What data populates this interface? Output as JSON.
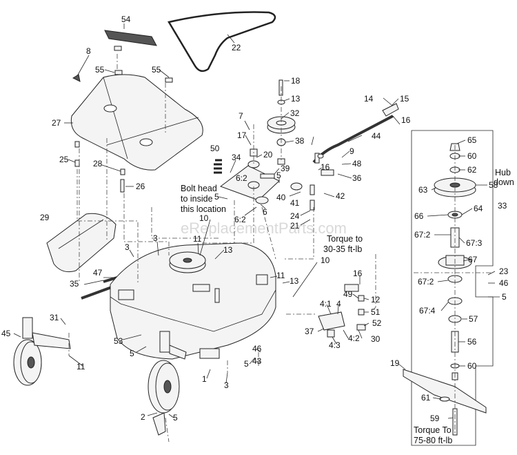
{
  "watermark": "eReplacementParts.com",
  "notes": {
    "bolt_head_1": "Bolt head",
    "bolt_head_2": "to inside",
    "bolt_head_3": "this location",
    "torque_a_1": "Torque to",
    "torque_a_2": "30-35 ft-lb",
    "hub_1": "Hub",
    "hub_2": "down",
    "torque_b_1": "Torque To",
    "torque_b_2": "75-80 ft-lb"
  },
  "callouts": {
    "c54": "54",
    "c22": "22",
    "c8": "8",
    "c55a": "55",
    "c55b": "55",
    "c27": "27",
    "c25": "25",
    "c28": "28",
    "c26": "26",
    "c18": "18",
    "c13a": "13",
    "c32": "32",
    "c7": "7",
    "c17": "17",
    "c38": "38",
    "c20": "20",
    "c50": "50",
    "c34": "34",
    "c6_2a": "6:2",
    "c39": "39",
    "c5a": "5",
    "c40": "40",
    "c41": "41",
    "c6": "6",
    "c6_2b": "6:2",
    "c24": "24",
    "c21": "21",
    "c14": "14",
    "c15": "15",
    "c16a": "16",
    "c44": "44",
    "c9": "9",
    "c48": "48",
    "c16b": "16",
    "c36": "36",
    "c42": "42",
    "c5b": "5",
    "c29": "29",
    "c10a": "10",
    "c11a": "11",
    "c13b": "13",
    "c3a": "3",
    "c3b": "3",
    "c35": "35",
    "c47": "47",
    "c10b": "10",
    "c11b": "11",
    "c13c": "13",
    "c16c": "16",
    "c49": "49",
    "c12": "12",
    "c4_1": "4:1",
    "c4": "4",
    "c51": "51",
    "c52": "52",
    "c37": "37",
    "c4_3": "4:3",
    "c4_2": "4:2",
    "c30": "30",
    "c31": "31",
    "c45": "45",
    "c53": "53",
    "c5c": "5",
    "c11c": "11",
    "c46a": "46",
    "c5d": "5",
    "c43": "43",
    "c1": "1",
    "c3c": "3",
    "c2": "2",
    "c5e": "5",
    "c65": "65",
    "c60a": "60",
    "c62": "62",
    "c63": "63",
    "c58": "58",
    "c33": "33",
    "c66": "66",
    "c64": "64",
    "c67_2a": "67:2",
    "c67_3": "67:3",
    "c67": "67",
    "c23": "23",
    "c46b": "46",
    "c67_2b": "67:2",
    "c5f": "5",
    "c67_4": "67:4",
    "c57": "57",
    "c56": "56",
    "c60b": "60",
    "c19": "19",
    "c61": "61",
    "c59": "59"
  }
}
